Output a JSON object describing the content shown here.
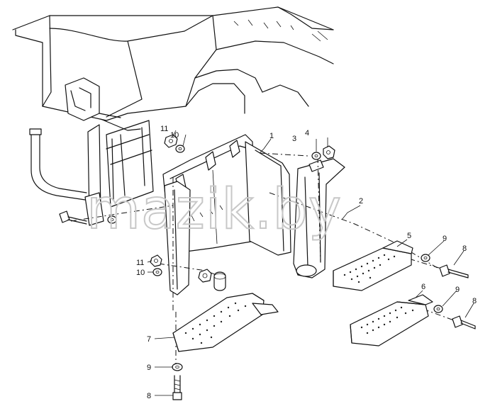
{
  "watermark": "mazik.by",
  "callouts": {
    "c1": "1",
    "c2": "2",
    "c3": "3",
    "c4": "4",
    "c5": "5",
    "c6": "6",
    "c7": "7",
    "c8a": "8",
    "c8b": "8",
    "c8c": "8",
    "c9a": "9",
    "c9b": "9",
    "c9c": "9",
    "c10a": "10",
    "c10b": "10",
    "c11a": "11",
    "c11b": "11"
  }
}
